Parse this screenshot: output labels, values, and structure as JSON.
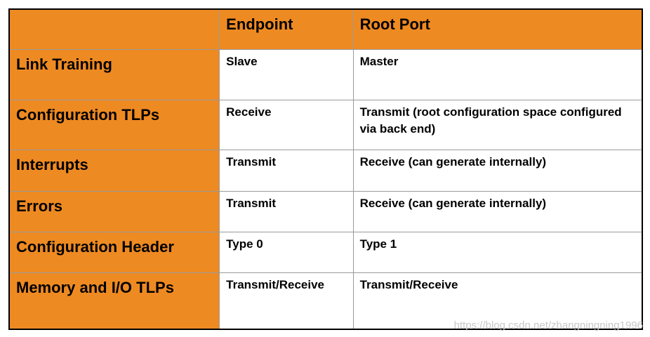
{
  "table": {
    "header": {
      "corner": "",
      "endpoint": "Endpoint",
      "root_port": "Root Port"
    },
    "rows": [
      {
        "label": "Link Training",
        "endpoint": "Slave",
        "root_port": "Master"
      },
      {
        "label": "Configuration TLPs",
        "endpoint": "Receive",
        "root_port": "Transmit (root configuration space configured via back end)"
      },
      {
        "label": "Interrupts",
        "endpoint": "Transmit",
        "root_port": "Receive (can generate internally)"
      },
      {
        "label": "Errors",
        "endpoint": "Transmit",
        "root_port": "Receive (can generate internally)"
      },
      {
        "label": "Configuration Header",
        "endpoint": "Type 0",
        "root_port": "Type 1"
      },
      {
        "label": "Memory and I/O TLPs",
        "endpoint": "Transmit/Receive",
        "root_port": "Transmit/Receive"
      }
    ]
  },
  "watermark": "https://blog.csdn.net/zhangningning1996",
  "colors": {
    "header_orange": "#ee8a22",
    "cell_white": "#ffffff",
    "text": "#000000"
  }
}
